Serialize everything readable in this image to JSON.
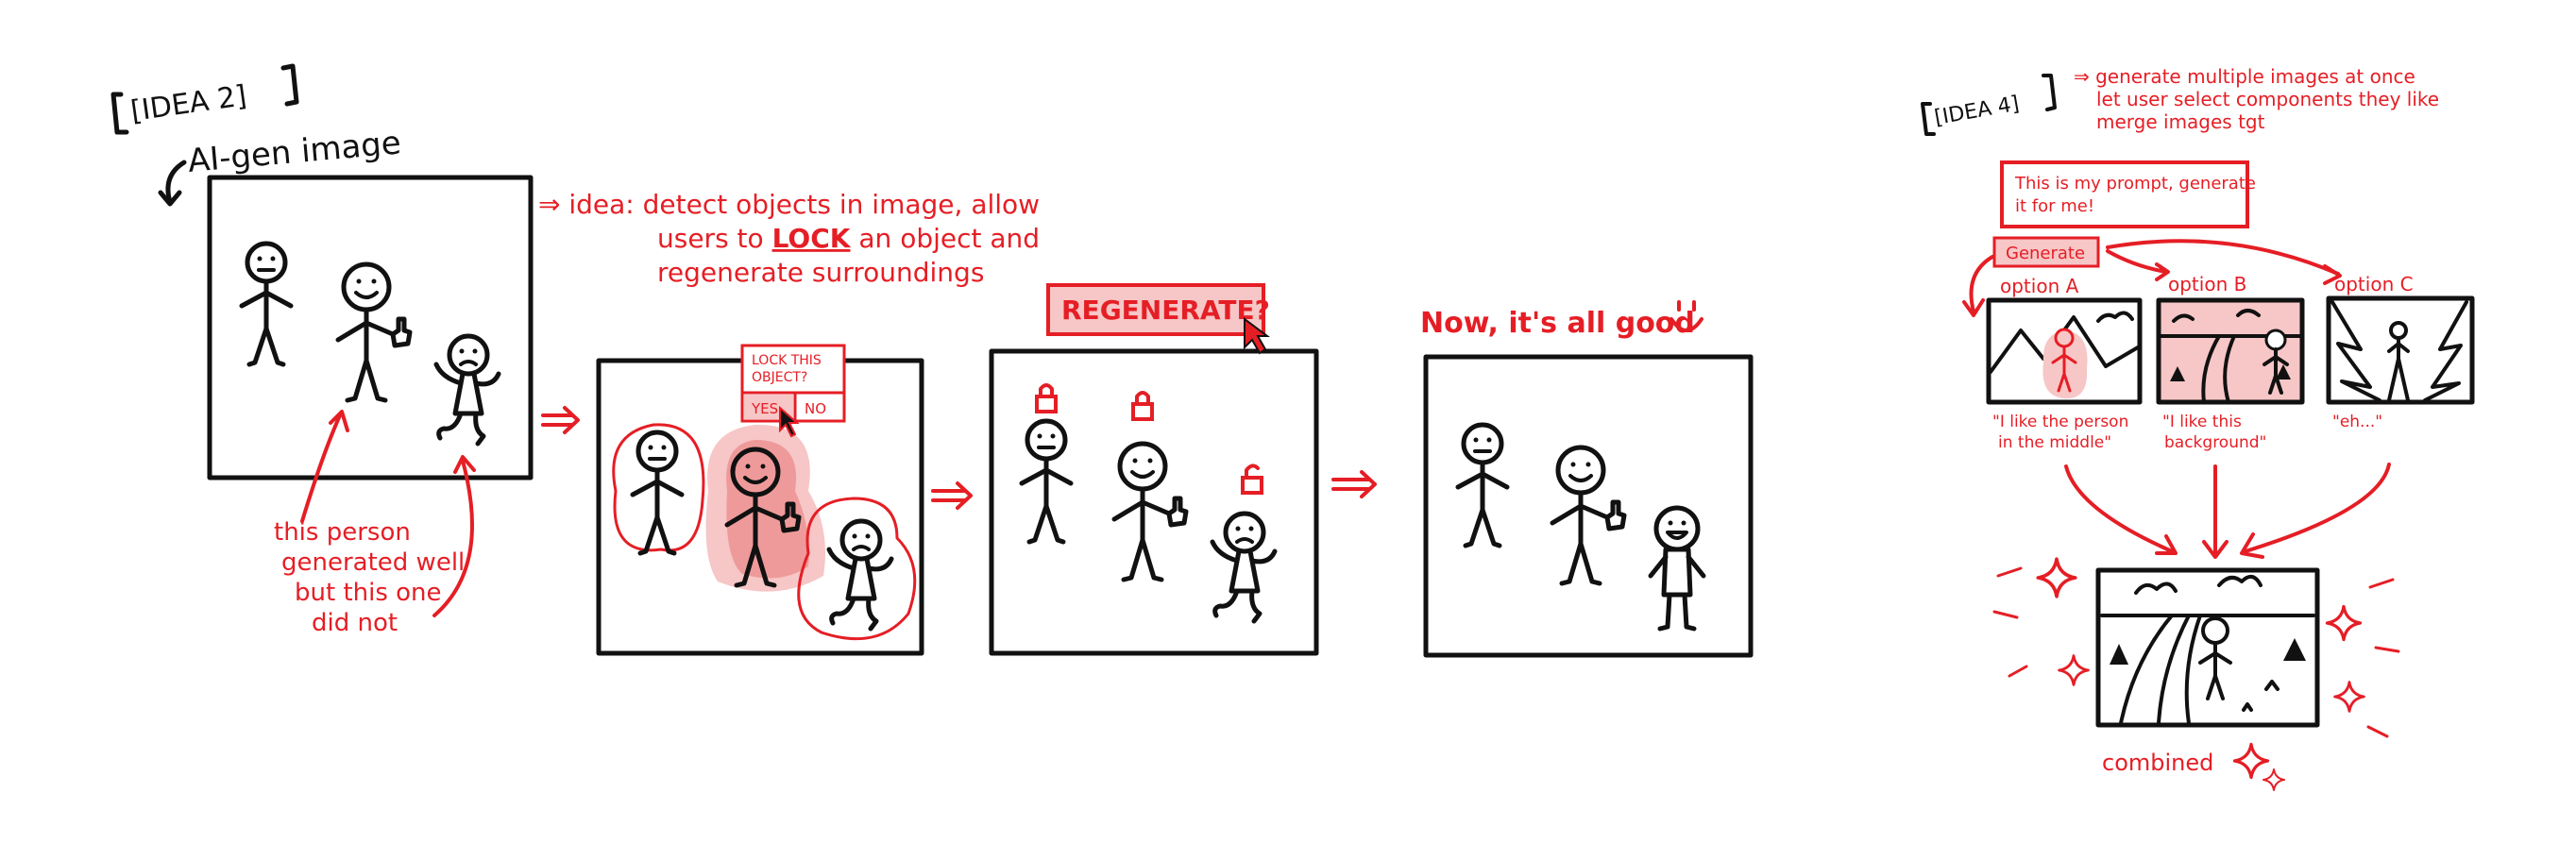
{
  "idea2": {
    "tag": "[IDEA 2]",
    "ai_gen_label": "AI-gen image",
    "idea_line1": "⇒ idea: detect objects in image, allow",
    "idea_line2_pre": "users to ",
    "idea_line2_lock": "LOCK",
    "idea_line2_post": " an object and",
    "idea_line3": "regenerate surroundings",
    "note_lines": [
      "this person",
      "generated well",
      "but this one",
      "did not"
    ],
    "popup_line1": "LOCK THIS",
    "popup_line2": "OBJECT?",
    "popup_yes": "YES",
    "popup_no": "NO",
    "regenerate_button": "REGENERATE?",
    "final_caption": "Now, it's all good"
  },
  "idea4": {
    "tag": "[IDEA 4]",
    "desc_line1": "⇒ generate multiple images at once",
    "desc_line2": "let user select components they like",
    "desc_line3": "merge images tgt",
    "prompt_line1": "This is my prompt, generate",
    "prompt_line2": "it for me!",
    "generate_button": "Generate",
    "options": [
      {
        "label": "option A",
        "quote_line1": "\"I like the person",
        "quote_line2": "in the middle\""
      },
      {
        "label": "option B",
        "quote_line1": "\"I like this",
        "quote_line2": "background\""
      },
      {
        "label": "option C",
        "quote_line1": "\"eh...\"",
        "quote_line2": ""
      }
    ],
    "combined_label": "combined"
  },
  "colors": {
    "ink": "#111111",
    "accent": "#e51e25",
    "highlight": "#f7c6c6"
  }
}
